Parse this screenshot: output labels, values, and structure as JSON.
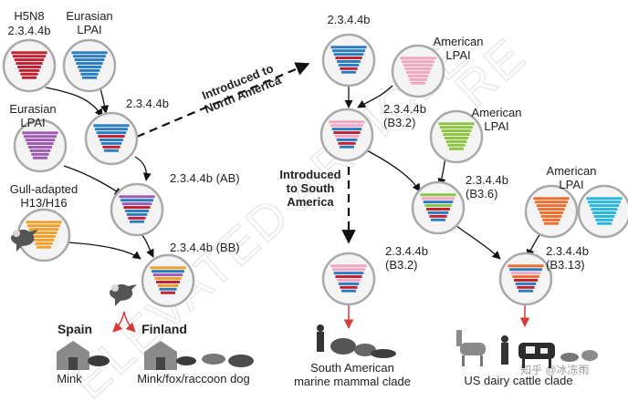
{
  "strain_labels": {
    "h5n8": "H5N8",
    "h5n8_clade": "2.3.4.4b",
    "eurasian_lpai_1": "Eurasian\nLPAI",
    "eurasian_lpai_2": "Eurasian\nLPAI",
    "gull_adapted": "Gull-adapted\nH13/H16",
    "clade_main": "2.3.4.4b",
    "clade_ab": "2.3.4.4b (AB)",
    "clade_bb": "2.3.4.4b (BB)",
    "clade_na": "2.3.4.4b",
    "american_lpai_1": "American\nLPAI",
    "american_lpai_2": "American\nLPAI",
    "american_lpai_3": "American\nLPAI",
    "clade_b32": "2.3.4.4b\n(B3.2)",
    "clade_b36": "2.3.4.4b\n(B3.6)",
    "clade_sa": "2.3.4.4b\n(B3.2)",
    "clade_b313": "2.3.4.4b\n(B3.13)"
  },
  "transmissions": {
    "to_north_america": "Introduced to\nNorth America",
    "to_south_america": "Introduced\nto South\nAmerica"
  },
  "outcomes": {
    "spain": "Spain",
    "finland": "Finland",
    "mink": "Mink",
    "mink_fox_raccoon": "Mink/fox/raccoon dog",
    "south_american_clade": "South American\nmarine mammal clade",
    "us_dairy_clade": "US dairy cattle clade"
  },
  "watermarks": {
    "left": "ELEVATED ARTICLE",
    "top_right": "RE",
    "corner": "知乎 @冰冻雨"
  },
  "colors": {
    "red": "#c0202f",
    "blue": "#2a7cc0",
    "purple": "#9e5ab0",
    "orange": "#f0a02a",
    "pink": "#f2a6c2",
    "green": "#8cc540",
    "dark_orange": "#ee6d2c",
    "cyan": "#29b6dc",
    "circle_fill": "#f4f4f4",
    "circle_stroke": "#a9a9a9",
    "arrow_red": "#d83a3a"
  }
}
